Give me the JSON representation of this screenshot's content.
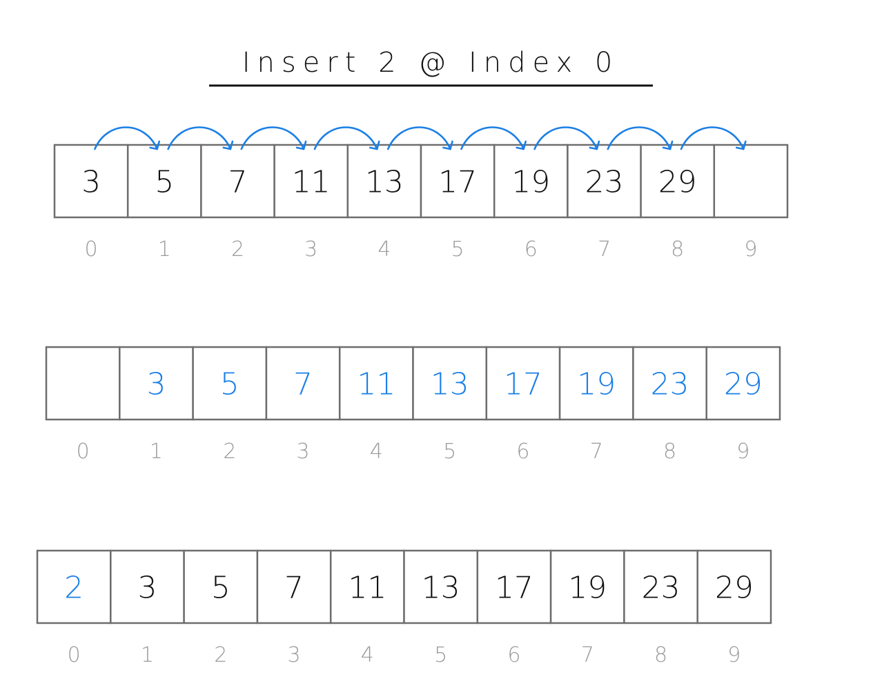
{
  "title": "Insert 2 @ Index 0",
  "colors": {
    "ink": "#111111",
    "highlight": "#1a7fe6",
    "index": "#9a9a9a",
    "border": "#6d6d6d"
  },
  "arrays": [
    {
      "name": "before-shift",
      "cells": [
        {
          "value": "3",
          "highlight": false
        },
        {
          "value": "5",
          "highlight": false
        },
        {
          "value": "7",
          "highlight": false
        },
        {
          "value": "11",
          "highlight": false
        },
        {
          "value": "13",
          "highlight": false
        },
        {
          "value": "17",
          "highlight": false
        },
        {
          "value": "19",
          "highlight": false
        },
        {
          "value": "23",
          "highlight": false
        },
        {
          "value": "29",
          "highlight": false
        },
        {
          "value": "",
          "highlight": false
        }
      ],
      "indices": [
        "0",
        "1",
        "2",
        "3",
        "4",
        "5",
        "6",
        "7",
        "8",
        "9"
      ],
      "shift_arrows": true
    },
    {
      "name": "after-shift",
      "cells": [
        {
          "value": "",
          "highlight": false
        },
        {
          "value": "3",
          "highlight": true
        },
        {
          "value": "5",
          "highlight": true
        },
        {
          "value": "7",
          "highlight": true
        },
        {
          "value": "11",
          "highlight": true
        },
        {
          "value": "13",
          "highlight": true
        },
        {
          "value": "17",
          "highlight": true
        },
        {
          "value": "19",
          "highlight": true
        },
        {
          "value": "23",
          "highlight": true
        },
        {
          "value": "29",
          "highlight": true
        }
      ],
      "indices": [
        "0",
        "1",
        "2",
        "3",
        "4",
        "5",
        "6",
        "7",
        "8",
        "9"
      ],
      "shift_arrows": false
    },
    {
      "name": "after-insert",
      "cells": [
        {
          "value": "2",
          "highlight": true
        },
        {
          "value": "3",
          "highlight": false
        },
        {
          "value": "5",
          "highlight": false
        },
        {
          "value": "7",
          "highlight": false
        },
        {
          "value": "11",
          "highlight": false
        },
        {
          "value": "13",
          "highlight": false
        },
        {
          "value": "17",
          "highlight": false
        },
        {
          "value": "19",
          "highlight": false
        },
        {
          "value": "23",
          "highlight": false
        },
        {
          "value": "29",
          "highlight": false
        }
      ],
      "indices": [
        "0",
        "1",
        "2",
        "3",
        "4",
        "5",
        "6",
        "7",
        "8",
        "9"
      ],
      "shift_arrows": false
    }
  ]
}
